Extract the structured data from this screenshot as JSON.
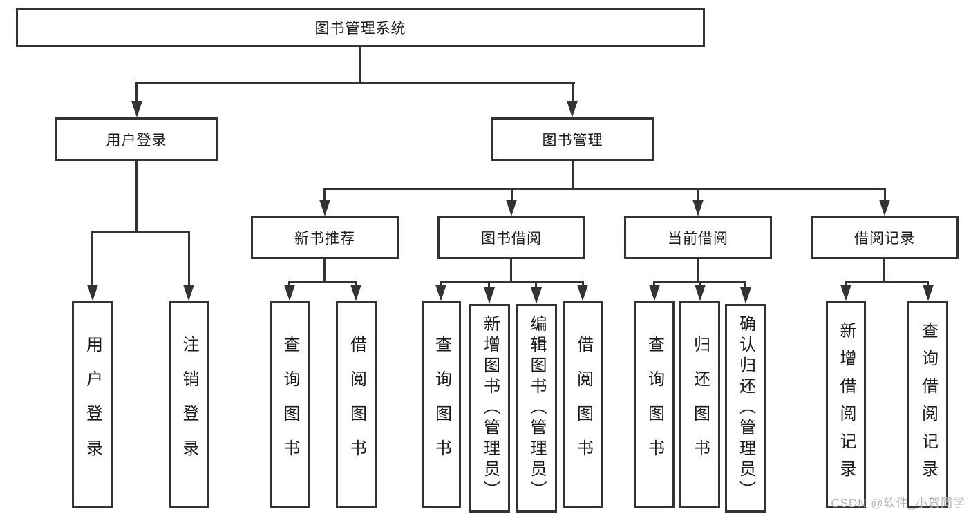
{
  "diagram": {
    "root_label": "图书管理系统",
    "level2": {
      "user_login": "用户登录",
      "book_mgmt": "图书管理"
    },
    "level3": {
      "new_books": "新书推荐",
      "borrowing": "图书借阅",
      "current": "当前借阅",
      "records": "借阅记录"
    },
    "leaves": {
      "user_login": [
        "用户登录",
        "注销登录"
      ],
      "new_books": [
        "查询图书",
        "借阅图书"
      ],
      "borrowing": [
        "查询图书",
        "新增图书（管理员）",
        "编辑图书（管理员）",
        "借阅图书"
      ],
      "current": [
        "查询图书",
        "归还图书",
        "确认归还（管理员）"
      ],
      "records": [
        "新增借阅记录",
        "查询借阅记录"
      ]
    },
    "watermark": "CSDN @软件_小贺同学",
    "colors": {
      "line": "#333333",
      "text": "#1a1a1a",
      "watermark": "#b5b5b5",
      "background": "#ffffff"
    }
  }
}
